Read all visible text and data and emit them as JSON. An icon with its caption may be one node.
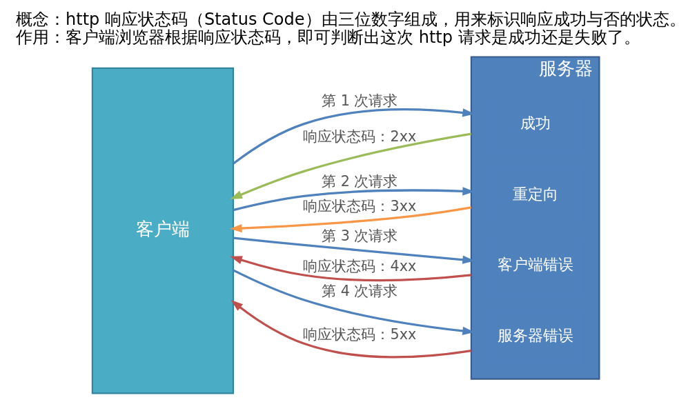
{
  "diagram": {
    "title": "概念：http 响应状态码（Status Code）由三位数字组成，用来标识响应成功与否的状态。",
    "caption": "作用：客户端浏览器根据响应状态码，即可判断出这次 http 请求是成功还是失败了。",
    "nodes": [
      {
        "text": [
          "客户端"
        ]
      },
      {
        "text": [
          "服务器"
        ]
      },
      {
        "text": [
          "成功"
        ],
        "in": 1
      },
      {
        "text": [
          "重定向"
        ],
        "in": 1
      },
      {
        "text": [
          "客户端错误"
        ],
        "in": 1
      },
      {
        "text": [
          "服务器错误"
        ],
        "in": 1
      }
    ],
    "edges": [
      {
        "from": 0,
        "to": 2,
        "arrow": "to",
        "label": "第 1 次请求"
      },
      {
        "from": 2,
        "to": 0,
        "arrow": "to",
        "label": "响应状态码：2xx",
        "color": "#9bbb59"
      },
      {
        "from": 0,
        "to": 3,
        "arrow": "to",
        "label": "第 2 次请求"
      },
      {
        "from": 3,
        "to": 0,
        "arrow": "to",
        "label": "响应状态码：3xx",
        "color": "#f79646"
      },
      {
        "from": 0,
        "to": 4,
        "arrow": "to",
        "label": "第 3 次请求"
      },
      {
        "from": 4,
        "to": 0,
        "arrow": "to",
        "label": "响应状态码：4xx",
        "color": "#c0504d"
      },
      {
        "from": 0,
        "to": 5,
        "arrow": "to",
        "label": "第 4 次请求"
      },
      {
        "from": 5,
        "to": 0,
        "arrow": "to",
        "label": "响应状态码：5xx",
        "color": "#c0504d"
      }
    ]
  }
}
